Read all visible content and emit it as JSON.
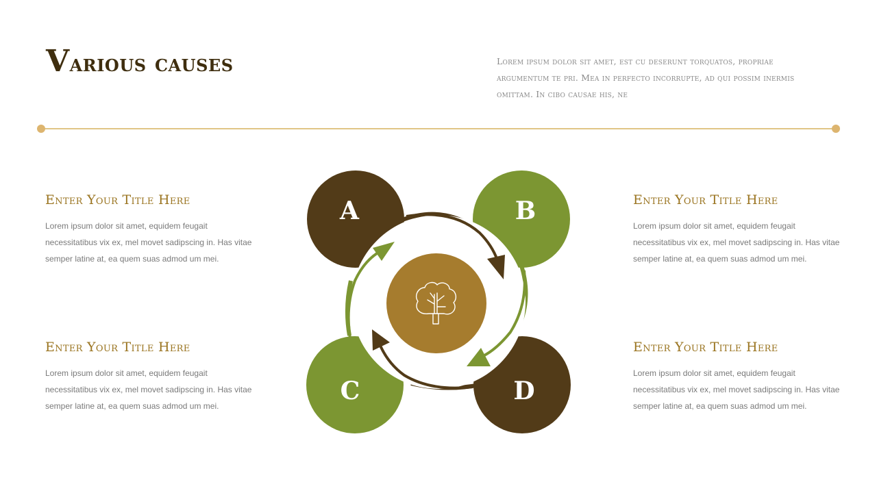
{
  "header": {
    "title_first_letter": "V",
    "title_rest": "arious causes",
    "intro_text": "Lorem ipsum dolor sit amet, est cu deserunt torquatos, propriae argumentum te pri. Mea in perfecto incorrupte, ad qui possim inermis omittam. In cibo causae his, ne"
  },
  "colors": {
    "dark_brown": "#523B18",
    "olive_green": "#7C9632",
    "gold": "#A67C2E",
    "title_brown": "#3F2E0F",
    "subtitle_gold": "#9A7420",
    "divider": "#E0C585",
    "body_gray": "#7A7A7A"
  },
  "diagram": {
    "center_icon": "tree-icon",
    "nodes": [
      {
        "letter": "A",
        "color": "#523B18"
      },
      {
        "letter": "B",
        "color": "#7C9632"
      },
      {
        "letter": "C",
        "color": "#7C9632"
      },
      {
        "letter": "D",
        "color": "#523B18"
      }
    ]
  },
  "blocks": [
    {
      "title": "Enter Your Title Here",
      "text": "Lorem  ipsum dolor sit amet, equidem feugait necessitatibus vix ex, mel movet  sadipscing in. Has vitae semper  latine at, ea quem suas admod um mei."
    },
    {
      "title": "Enter Your Title Here",
      "text": "Lorem  ipsum dolor sit amet, equidem feugait necessitatibus vix ex, mel movet  sadipscing in. Has vitae semper  latine at, ea quem suas admod um mei."
    },
    {
      "title": "Enter Your Title Here",
      "text": "Lorem  ipsum dolor sit amet, equidem feugait necessitatibus vix ex, mel movet  sadipscing in. Has vitae semper  latine at, ea quem suas admod um mei."
    },
    {
      "title": "Enter Your Title Here",
      "text": "Lorem  ipsum dolor sit amet, equidem feugait necessitatibus vix ex, mel movet  sadipscing in. Has vitae semper  latine at, ea quem suas admod um mei."
    }
  ]
}
